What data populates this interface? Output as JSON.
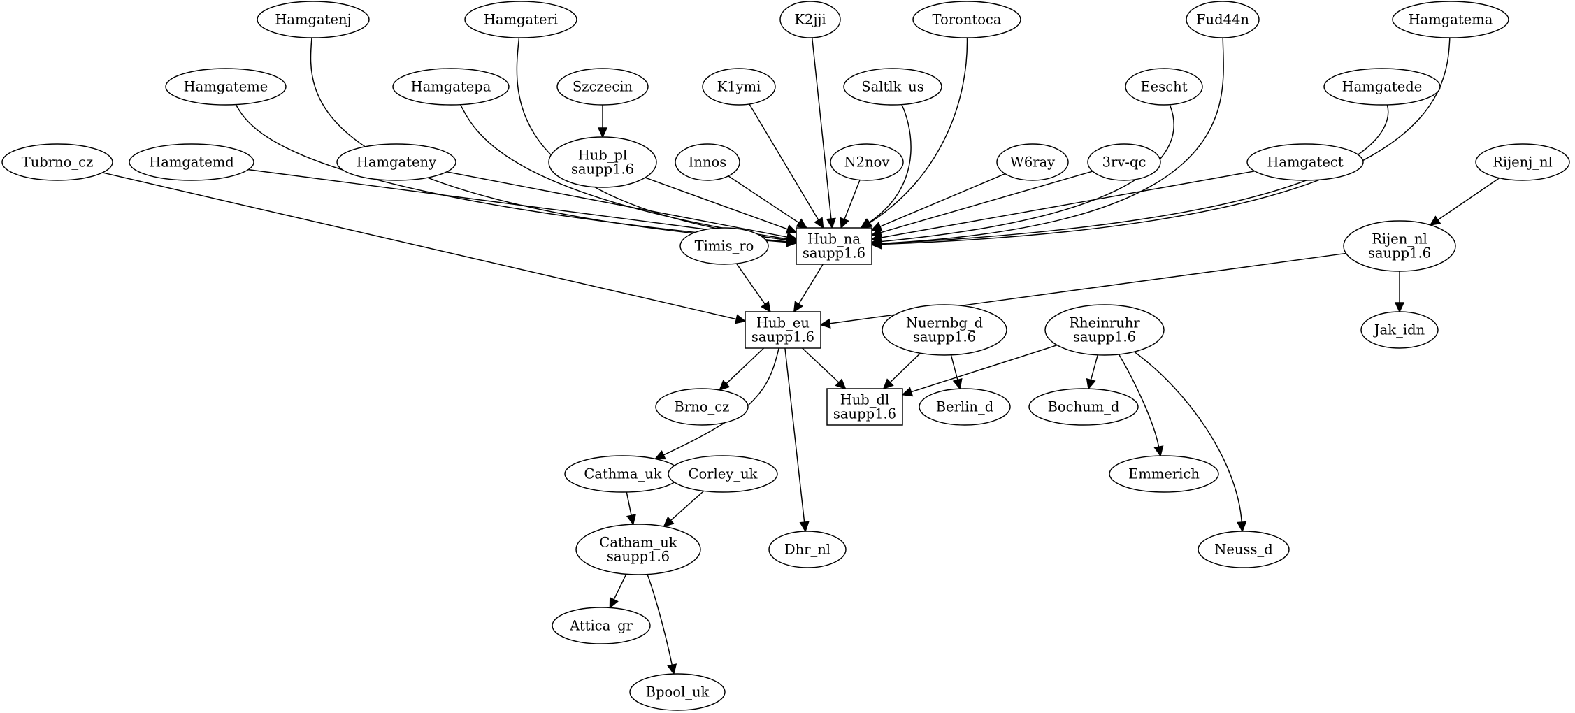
{
  "graph": {
    "nodes": {
      "hamgatenj": [
        "Hamgatenj"
      ],
      "hamgateri": [
        "Hamgateri"
      ],
      "k2jji": [
        "K2jji"
      ],
      "torontoca": [
        "Torontoca"
      ],
      "fud44n": [
        "Fud44n"
      ],
      "hamgatema": [
        "Hamgatema"
      ],
      "hamgateme": [
        "Hamgateme"
      ],
      "hamgatepa": [
        "Hamgatepa"
      ],
      "szczecin": [
        "Szczecin"
      ],
      "k1ymi": [
        "K1ymi"
      ],
      "saltlk_us": [
        "Saltlk_us"
      ],
      "eescht": [
        "Eescht"
      ],
      "hamgatede": [
        "Hamgatede"
      ],
      "tubrno_cz": [
        "Tubrno_cz"
      ],
      "hamgatemd": [
        "Hamgatemd"
      ],
      "hamgateny": [
        "Hamgateny"
      ],
      "hub_pl": [
        "Hub_pl",
        "saupp1.6"
      ],
      "innos": [
        "Innos"
      ],
      "n2nov": [
        "N2nov"
      ],
      "w6ray": [
        "W6ray"
      ],
      "3rv_qc": [
        "3rv-qc"
      ],
      "hamgatect": [
        "Hamgatect"
      ],
      "rijenj_nl": [
        "Rijenj_nl"
      ],
      "hub_na": [
        "Hub_na",
        "saupp1.6"
      ],
      "timis_ro": [
        "Timis_ro"
      ],
      "rijen_nl": [
        "Rijen_nl",
        "saupp1.6"
      ],
      "hub_eu": [
        "Hub_eu",
        "saupp1.6"
      ],
      "nuernbg_d": [
        "Nuernbg_d",
        "saupp1.6"
      ],
      "rheinruhr": [
        "Rheinruhr",
        "saupp1.6"
      ],
      "jak_idn": [
        "Jak_idn"
      ],
      "brno_cz": [
        "Brno_cz"
      ],
      "hub_dl": [
        "Hub_dl",
        "saupp1.6"
      ],
      "berlin_d": [
        "Berlin_d"
      ],
      "bochum_d": [
        "Bochum_d"
      ],
      "cathma_uk": [
        "Cathma_uk"
      ],
      "corley_uk": [
        "Corley_uk"
      ],
      "emmerich": [
        "Emmerich"
      ],
      "catham_uk": [
        "Catham_uk",
        "saupp1.6"
      ],
      "dhr_nl": [
        "Dhr_nl"
      ],
      "neuss_d": [
        "Neuss_d"
      ],
      "attica_gr": [
        "Attica_gr"
      ],
      "bpool_uk": [
        "Bpool_uk"
      ]
    },
    "edges": [
      [
        "hamgatenj",
        "hub_na"
      ],
      [
        "hamgateri",
        "hub_na"
      ],
      [
        "k2jji",
        "hub_na"
      ],
      [
        "torontoca",
        "hub_na"
      ],
      [
        "fud44n",
        "hub_na"
      ],
      [
        "hamgatema",
        "hub_na"
      ],
      [
        "hamgateme",
        "hub_na"
      ],
      [
        "hamgatepa",
        "hub_na"
      ],
      [
        "szczecin",
        "hub_pl"
      ],
      [
        "k1ymi",
        "hub_na"
      ],
      [
        "saltlk_us",
        "hub_na"
      ],
      [
        "eescht",
        "hub_na"
      ],
      [
        "hamgatede",
        "hub_na"
      ],
      [
        "hamgatemd",
        "hub_na"
      ],
      [
        "hamgateny",
        "hub_na"
      ],
      [
        "hub_pl",
        "hub_na"
      ],
      [
        "innos",
        "hub_na"
      ],
      [
        "n2nov",
        "hub_na"
      ],
      [
        "w6ray",
        "hub_na"
      ],
      [
        "3rv_qc",
        "hub_na"
      ],
      [
        "hamgatect",
        "hub_na"
      ],
      [
        "tubrno_cz",
        "hub_eu"
      ],
      [
        "rijenj_nl",
        "rijen_nl"
      ],
      [
        "hub_na",
        "hub_eu"
      ],
      [
        "timis_ro",
        "hub_eu"
      ],
      [
        "rijen_nl",
        "hub_eu"
      ],
      [
        "rijen_nl",
        "jak_idn"
      ],
      [
        "hub_eu",
        "brno_cz"
      ],
      [
        "hub_eu",
        "hub_dl"
      ],
      [
        "hub_eu",
        "cathma_uk"
      ],
      [
        "hub_eu",
        "dhr_nl"
      ],
      [
        "nuernbg_d",
        "hub_dl"
      ],
      [
        "nuernbg_d",
        "berlin_d"
      ],
      [
        "rheinruhr",
        "hub_dl"
      ],
      [
        "rheinruhr",
        "bochum_d"
      ],
      [
        "rheinruhr",
        "emmerich"
      ],
      [
        "rheinruhr",
        "neuss_d"
      ],
      [
        "cathma_uk",
        "catham_uk"
      ],
      [
        "corley_uk",
        "catham_uk"
      ],
      [
        "catham_uk",
        "attica_gr"
      ],
      [
        "catham_uk",
        "bpool_uk"
      ]
    ]
  }
}
